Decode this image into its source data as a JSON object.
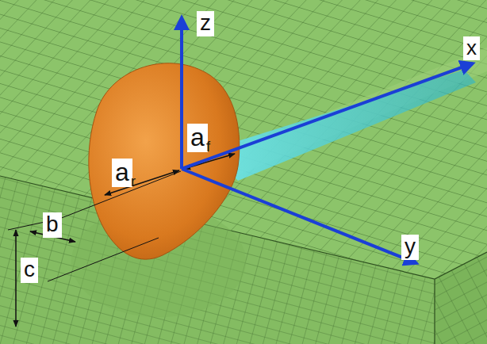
{
  "diagram": {
    "labels": [
      "z",
      "x",
      "y",
      "a",
      "r",
      "a",
      "f",
      "b",
      "c"
    ]
  }
}
